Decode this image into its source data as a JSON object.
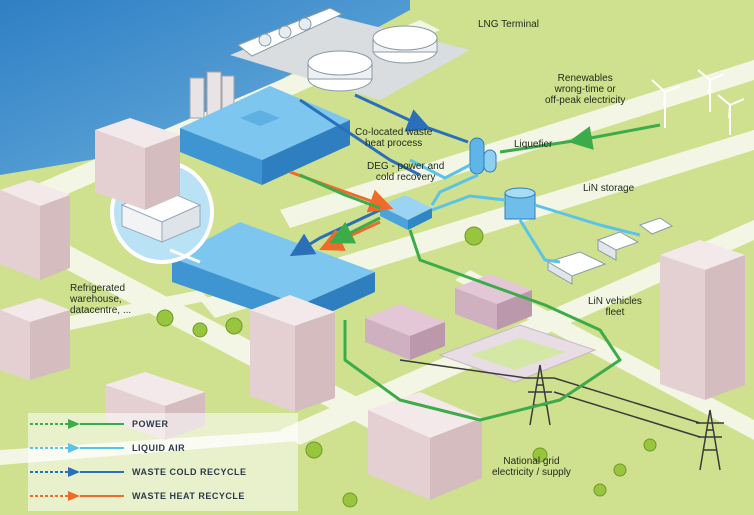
{
  "labels": {
    "lng_terminal": "LNG Terminal",
    "renewables": [
      "Renewables",
      "wrong-time or",
      "off-peak electricity"
    ],
    "waste_heat": [
      "Co-located waste",
      "heat process"
    ],
    "liquefier": "Liquefier",
    "deg": [
      "DEG - power and",
      "cold recovery"
    ],
    "lin_storage": "LiN storage",
    "warehouse": [
      "Refrigerated",
      "warehouse,",
      "datacentre, ..."
    ],
    "lin_vehicles": [
      "LiN vehicles",
      "fleet"
    ],
    "national_grid": [
      "National grid",
      "electricity / supply"
    ]
  },
  "legend": [
    {
      "label": "POWER",
      "color": "#3cab4a"
    },
    {
      "label": "LIQUID AIR",
      "color": "#5bc3e8"
    },
    {
      "label": "WASTE COLD RECYCLE",
      "color": "#2a6fb8"
    },
    {
      "label": "WASTE HEAT RECYCLE",
      "color": "#ee6b2b"
    }
  ],
  "colors": {
    "grass": "#c8dd84",
    "road": "#f4f7e6",
    "water": "#3d8fd0",
    "power": "#3cab4a",
    "liquid_air": "#5bc3e8",
    "waste_cold": "#2a6fb8",
    "waste_heat": "#ee6b2b",
    "building_blue": "#4aa8e0",
    "building_pink": "#e9d6d8"
  }
}
